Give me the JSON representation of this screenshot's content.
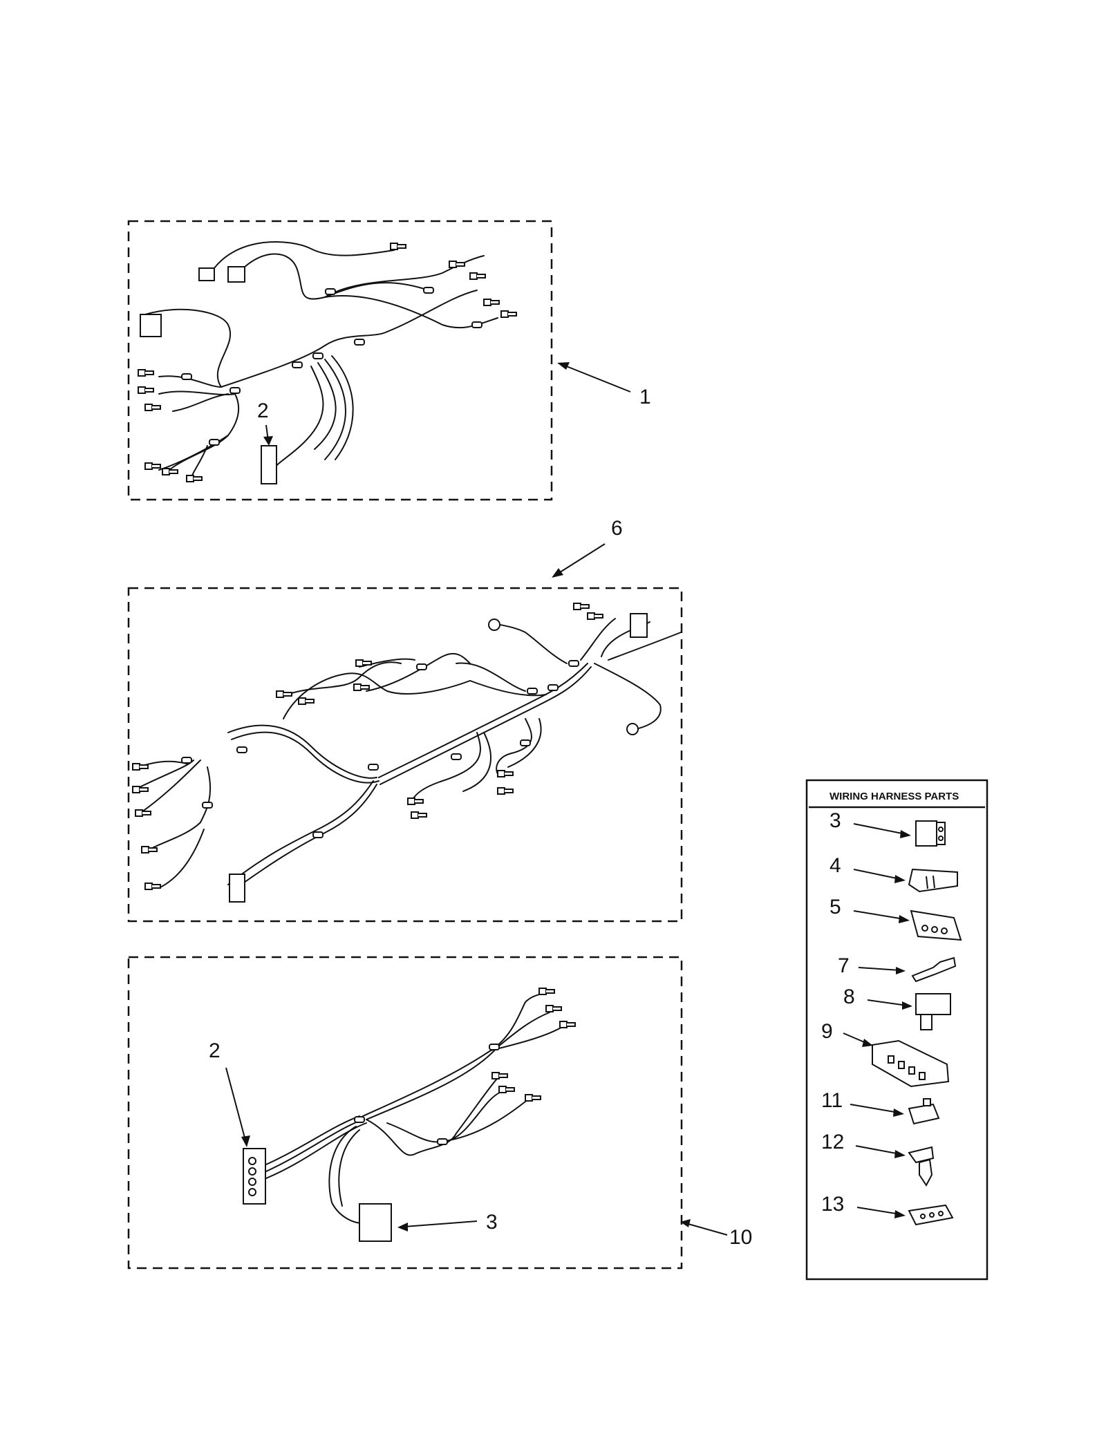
{
  "callouts": {
    "assembly_1": "1",
    "assembly_1_plug": "2",
    "assembly_6": "6",
    "assembly_10": "10",
    "assembly_10_plug": "2",
    "assembly_10_block": "3"
  },
  "parts_legend": {
    "title": "WIRING HARNESS PARTS",
    "items": [
      {
        "number": "3",
        "icon": "two-pin-connector-icon"
      },
      {
        "number": "4",
        "icon": "slotted-connector-icon"
      },
      {
        "number": "5",
        "icon": "three-hole-connector-icon"
      },
      {
        "number": "7",
        "icon": "crimp-terminal-icon"
      },
      {
        "number": "8",
        "icon": "tab-connector-icon"
      },
      {
        "number": "9",
        "icon": "multi-pin-block-icon"
      },
      {
        "number": "11",
        "icon": "small-plug-icon"
      },
      {
        "number": "12",
        "icon": "push-clip-icon"
      },
      {
        "number": "13",
        "icon": "three-pin-plug-icon"
      }
    ]
  }
}
